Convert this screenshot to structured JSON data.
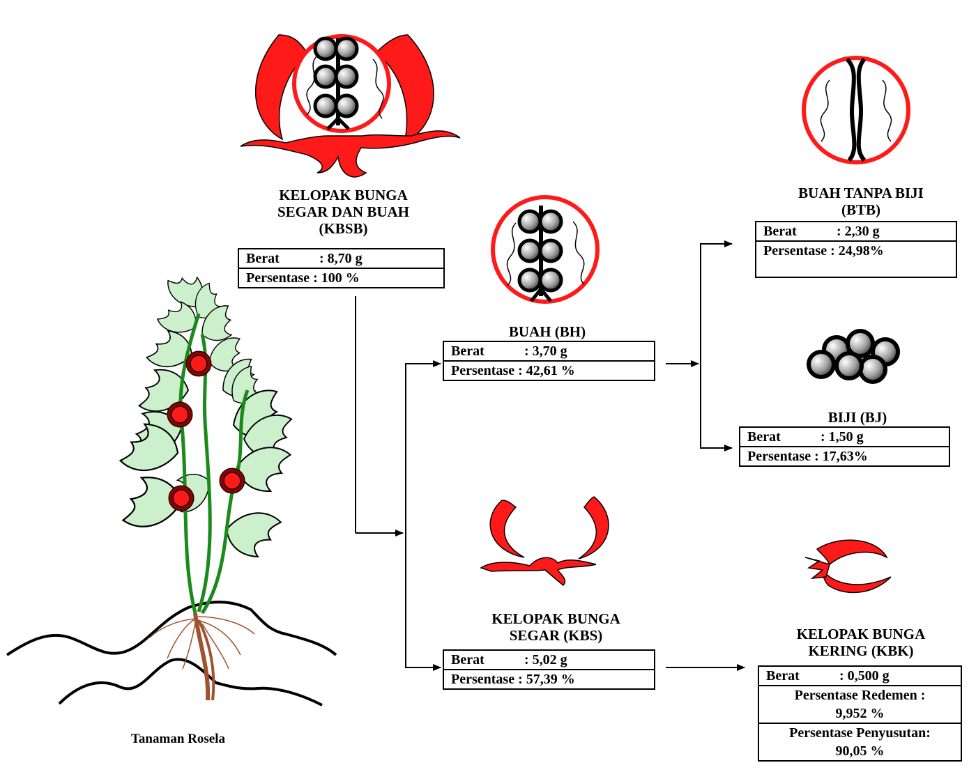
{
  "plant": {
    "caption": "Tanaman Rosela"
  },
  "kbsb": {
    "title_lines": [
      "KELOPAK BUNGA",
      "SEGAR DAN BUAH",
      "(KBSB)"
    ],
    "berat_label": "Berat",
    "berat_value": ": 8,70 g",
    "persentase_text": "Persentase : 100 %"
  },
  "bh": {
    "title": "BUAH (BH)",
    "berat_label": "Berat",
    "berat_value": ": 3,70 g",
    "persentase_text": "Persentase : 42,61 %"
  },
  "kbs": {
    "title_lines": [
      "KELOPAK BUNGA",
      "SEGAR (KBS)"
    ],
    "berat_label": "Berat",
    "berat_value": ": 5,02 g",
    "persentase_text": "Persentase : 57,39 %"
  },
  "btb": {
    "title_lines": [
      "BUAH TANPA BIJI",
      "(BTB)"
    ],
    "berat_label": "Berat",
    "berat_value": ": 2,30  g",
    "persentase_text": "Persentase : 24,98%"
  },
  "bj": {
    "title": "BIJI (BJ)",
    "berat_label": "Berat",
    "berat_value": ": 1,50 g",
    "persentase_text": "Persentase : 17,63%"
  },
  "kbk": {
    "title_lines": [
      "KELOPAK BUNGA",
      "KERING (KBK)"
    ],
    "berat_label": "Berat",
    "berat_value": ": 0,500 g",
    "redemen_lines": [
      "Persentase Redemen :",
      "9,952 %"
    ],
    "penyusutan_lines": [
      "Persentase Penyusutan:",
      "90,05 %"
    ]
  },
  "colors": {
    "calyx_red": "#ff1a1a",
    "leaf_green": "#ccf0cc",
    "stem_green": "#1a8a1a",
    "root_brown": "#a0522d"
  }
}
